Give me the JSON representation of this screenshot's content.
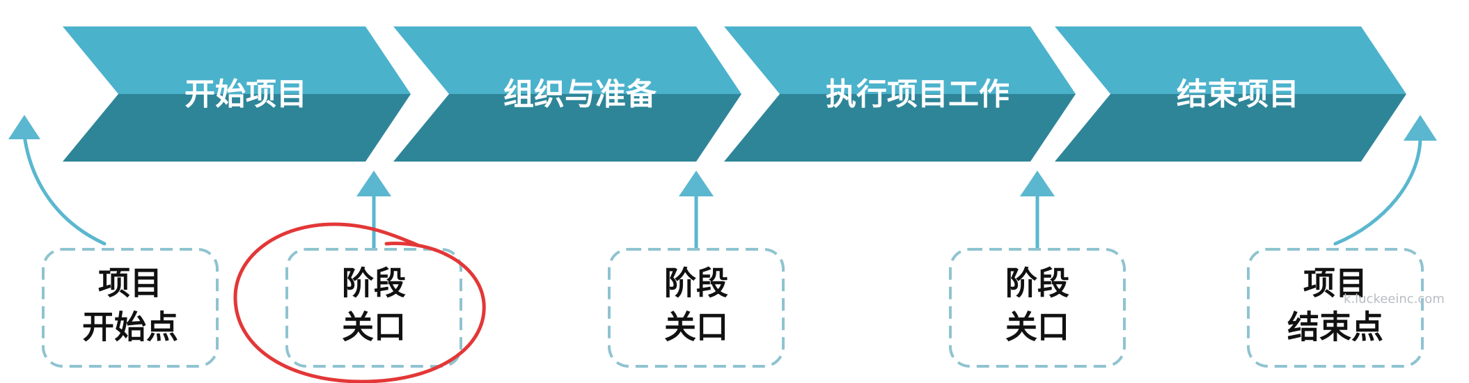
{
  "phases": [
    {
      "label": "开始项目"
    },
    {
      "label": "组织与准备"
    },
    {
      "label": "执行项目工作"
    },
    {
      "label": "结束项目"
    }
  ],
  "milestones": [
    {
      "line1": "项目",
      "line2": "开始点"
    },
    {
      "line1": "阶段",
      "line2": "关口"
    },
    {
      "line1": "阶段",
      "line2": "关口"
    },
    {
      "line1": "阶段",
      "line2": "关口"
    },
    {
      "line1": "项目",
      "line2": "结束点"
    }
  ],
  "watermark": "k.luckeeinc.com",
  "colors": {
    "chevron_top": "#4BB2CC",
    "chevron_bottom": "#2E8598",
    "arrow": "#5AB7CF",
    "dashed_border": "#8FC3D0",
    "annotation_circle": "#E33737",
    "text_dark": "#111111"
  },
  "icons": {
    "arrow_up": "arrow-up-icon",
    "curved_arrow_up": "curved-arrow-up-icon"
  }
}
